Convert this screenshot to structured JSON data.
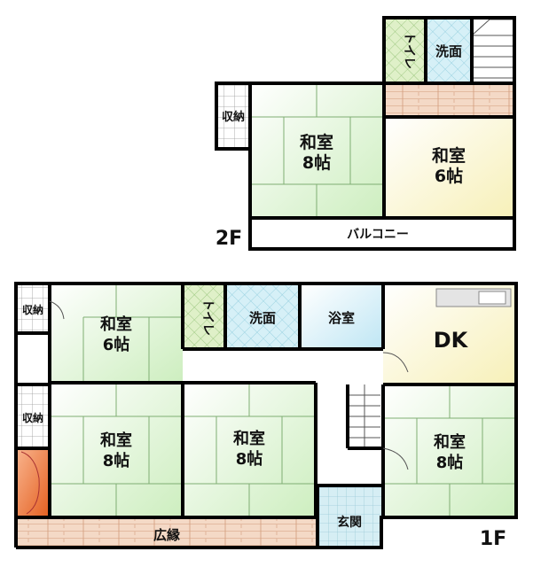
{
  "floor2": {
    "label": "2F",
    "toilet": "トイレ",
    "washroom": "洗面",
    "storage": "収納",
    "washitsu_8": {
      "name": "和室",
      "size": "8帖"
    },
    "washitsu_6": {
      "name": "和室",
      "size": "6帖"
    },
    "balcony": "バルコニー"
  },
  "floor1": {
    "label": "1F",
    "storage_top": "収納",
    "storage_bottom": "収納",
    "washitsu_6": {
      "name": "和室",
      "size": "6帖"
    },
    "toilet": "トイレ",
    "washroom": "洗面",
    "bath": "浴室",
    "dk": "DK",
    "washitsu_8_left": {
      "name": "和室",
      "size": "8帖"
    },
    "washitsu_8_mid": {
      "name": "和室",
      "size": "8帖"
    },
    "washitsu_8_right": {
      "name": "和室",
      "size": "8帖"
    },
    "entrance": "玄関",
    "veranda": "広縁"
  },
  "colors": {
    "tatami": "#e3f6d6",
    "tatami_line": "#7fae73",
    "wood": "#f4d9c6",
    "wood_line": "#d29b7a",
    "tile_green": "#dff0c8",
    "tile_blue": "#d2eef8",
    "dk_yellow": "#fbf6cf",
    "tokonoma": "#ee7a3c",
    "wall": "#000000"
  }
}
